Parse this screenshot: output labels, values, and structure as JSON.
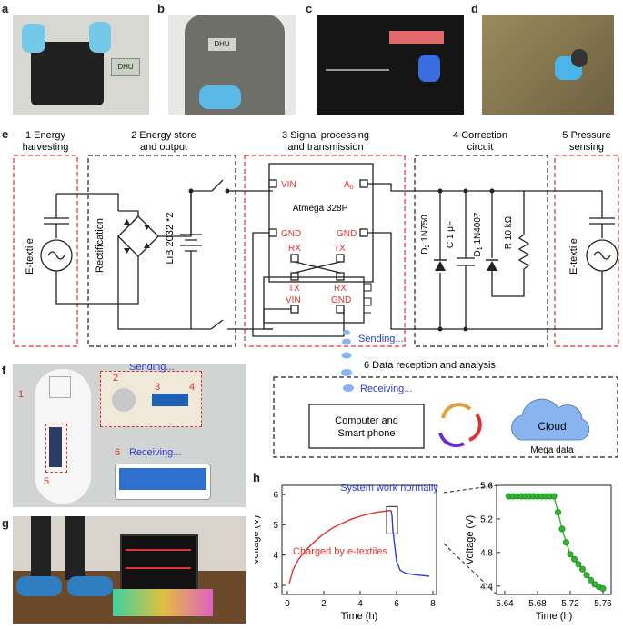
{
  "panel_labels": {
    "a": "a",
    "b": "b",
    "c": "c",
    "d": "d",
    "e": "e",
    "f": "f",
    "g": "g",
    "h": "h"
  },
  "photos": {
    "a_badge": "DHU",
    "b_badge": "DHU"
  },
  "circuit": {
    "sections": [
      {
        "num": "1 Energy",
        "line2": "harvesting"
      },
      {
        "num": "2 Energy store",
        "line2": "and output"
      },
      {
        "num": "3 Signal processing",
        "line2": "and transmission"
      },
      {
        "num": "4 Correction",
        "line2": "circuit"
      },
      {
        "num": "5 Pressure",
        "line2": "sensing"
      }
    ],
    "etextile_left": "E-textile",
    "rectification": "Rectification",
    "battery": "LiB 2032 *2",
    "chip": "Atmega 328P",
    "pins": {
      "vin": "VIN",
      "a0": "A",
      "a0_sub": "0",
      "gnd1": "GND",
      "gnd2": "GND",
      "rx1": "RX",
      "tx1": "TX",
      "tx2": "TX",
      "rx2": "RX",
      "vin2": "VIN",
      "gnd3": "GND"
    },
    "d2": "D",
    "d2_sub": "2",
    "d2_val": " 1N750",
    "c1": "C 1 μF",
    "d1": "D",
    "d1_sub": "1",
    "d1_val": " 1N4007",
    "r10": "R 10 kΩ",
    "etextile_right": "E-textile",
    "sending": "Sending...",
    "section6": "6 Data reception and analysis",
    "receiving": "Receiving...",
    "computer_line1": "Computer and",
    "computer_line2": "Smart phone",
    "cloud": "Cloud",
    "mega": "Mega data"
  },
  "panel_f": {
    "n1": "1",
    "n2": "2",
    "n3": "3",
    "n4": "4",
    "n5": "5",
    "n6": "6",
    "sending": "Sending...",
    "receiving": "Receiving..."
  },
  "colors": {
    "red": "#e0312f",
    "blue": "#2d3dd4",
    "green": "#2fb52f",
    "light_blue": "#8ab4f0"
  },
  "chart_data": [
    {
      "type": "line",
      "panel": "h (left)",
      "xlabel": "Time (h)",
      "ylabel": "Voltage (V)",
      "xlim": [
        -0.3,
        8.2
      ],
      "ylim": [
        2.7,
        6.3
      ],
      "xticks": [
        0,
        2,
        4,
        6,
        8
      ],
      "yticks": [
        3,
        4,
        5,
        6
      ],
      "annotations": [
        "System work normally",
        "Charged by e-textiles"
      ],
      "series": [
        {
          "color": "#e0312f",
          "x": [
            0.1,
            0.3,
            0.6,
            1.0,
            1.5,
            2.0,
            2.5,
            3.0,
            3.5,
            4.0,
            4.5,
            5.0,
            5.5,
            5.7
          ],
          "y": [
            3.05,
            3.5,
            3.85,
            4.15,
            4.45,
            4.7,
            4.9,
            5.05,
            5.18,
            5.28,
            5.36,
            5.42,
            5.46,
            5.47
          ]
        },
        {
          "color": "#2d3dd4",
          "x": [
            5.7,
            5.75,
            5.8,
            5.9,
            6.0,
            6.2,
            6.5,
            7.0,
            7.5,
            7.8
          ],
          "y": [
            5.47,
            5.3,
            4.8,
            4.3,
            3.8,
            3.5,
            3.4,
            3.35,
            3.32,
            3.3
          ]
        }
      ]
    },
    {
      "type": "line",
      "panel": "h (right)",
      "xlabel": "Time (h)",
      "ylabel": "Voltage (V)",
      "xlim": [
        5.63,
        5.77
      ],
      "ylim": [
        4.3,
        5.6
      ],
      "xticks": [
        5.64,
        5.68,
        5.72,
        5.76
      ],
      "yticks": [
        4.4,
        4.8,
        5.2,
        5.6
      ],
      "series": [
        {
          "color": "#2fb52f",
          "x": [
            5.645,
            5.65,
            5.655,
            5.66,
            5.665,
            5.67,
            5.675,
            5.68,
            5.685,
            5.69,
            5.695,
            5.7,
            5.705,
            5.71,
            5.715,
            5.72,
            5.725,
            5.73,
            5.735,
            5.74,
            5.745,
            5.75,
            5.755,
            5.76
          ],
          "y": [
            5.47,
            5.47,
            5.47,
            5.47,
            5.47,
            5.47,
            5.47,
            5.47,
            5.47,
            5.47,
            5.47,
            5.47,
            5.28,
            5.08,
            4.92,
            4.78,
            4.72,
            4.66,
            4.6,
            4.53,
            4.47,
            4.42,
            4.39,
            4.37
          ]
        }
      ]
    }
  ]
}
